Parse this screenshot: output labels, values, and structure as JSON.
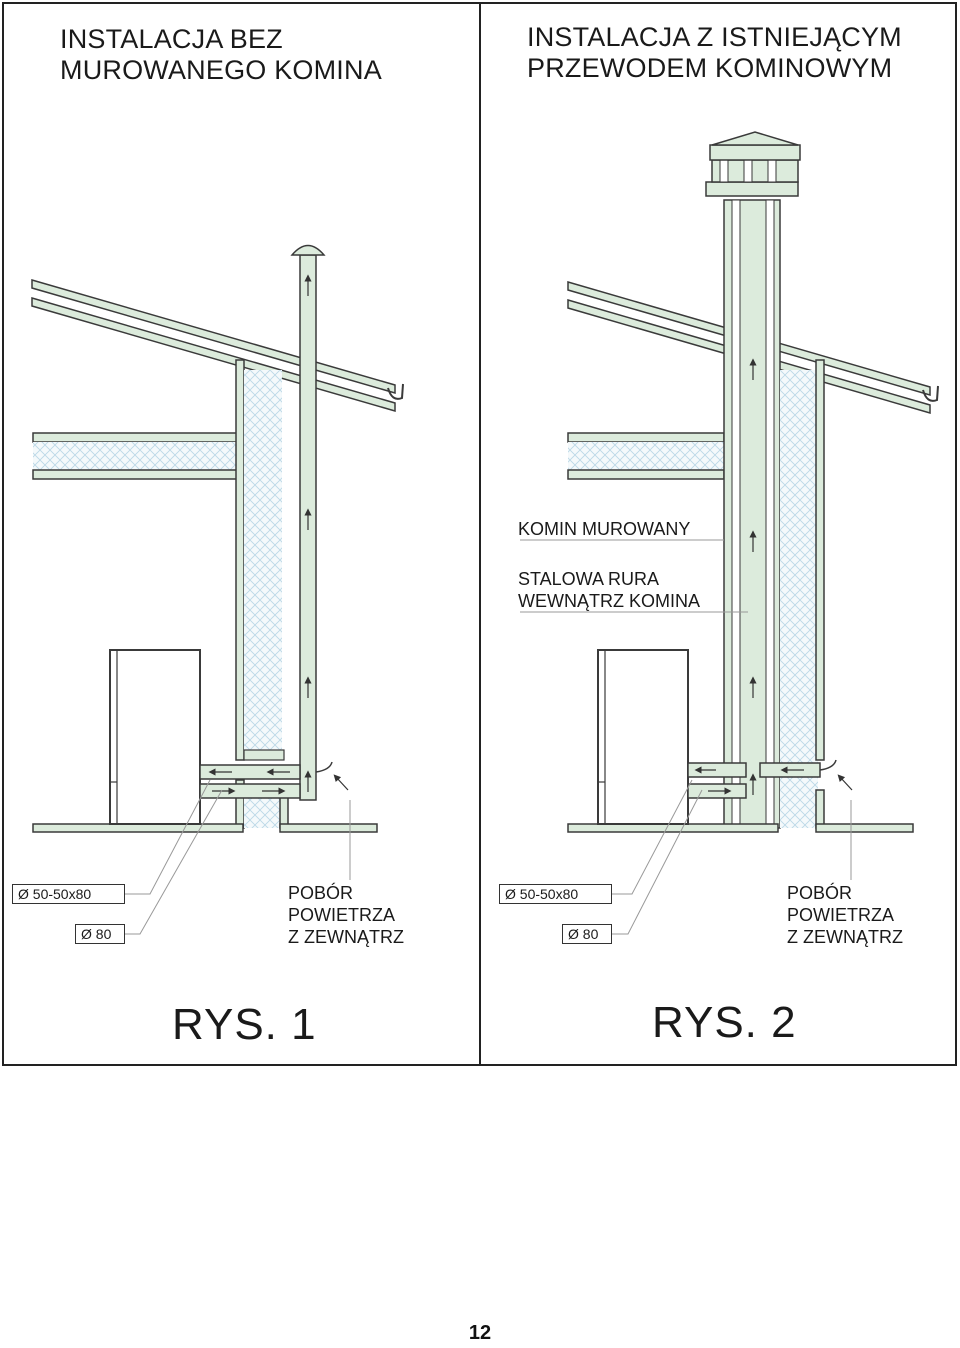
{
  "panels": [
    {
      "title_line1": "INSTALACJA BEZ",
      "title_line2": "MUROWANEGO KOMINA",
      "figure_label": "RYS. 1",
      "pipe_label_coaxial": "Ø 50-50x80",
      "pipe_label_single": "Ø 80",
      "air_intake_line1": "POBÓR",
      "air_intake_line2": "POWIETRZA",
      "air_intake_line3": "Z ZEWNĄTRZ"
    },
    {
      "title_line1": "INSTALACJA Z ISTNIEJĄCYM",
      "title_line2": "PRZEWODEM KOMINOWYM",
      "figure_label": "RYS. 2",
      "chimney_label": "KOMIN MUROWANY",
      "steel_pipe_line1": "STALOWA RURA",
      "steel_pipe_line2": "WEWNĄTRZ KOMINA",
      "pipe_label_coaxial": "Ø 50-50x80",
      "pipe_label_single": "Ø 80",
      "air_intake_line1": "POBÓR",
      "air_intake_line2": "POWIETRZA",
      "air_intake_line3": "Z ZEWNĄTRZ"
    }
  ],
  "page_number": "12",
  "colors": {
    "structure_fill": "#dcebdc",
    "structure_stroke": "#3a3a3a",
    "insulation_pattern": "#b9d7e6",
    "frame": "#222222"
  }
}
